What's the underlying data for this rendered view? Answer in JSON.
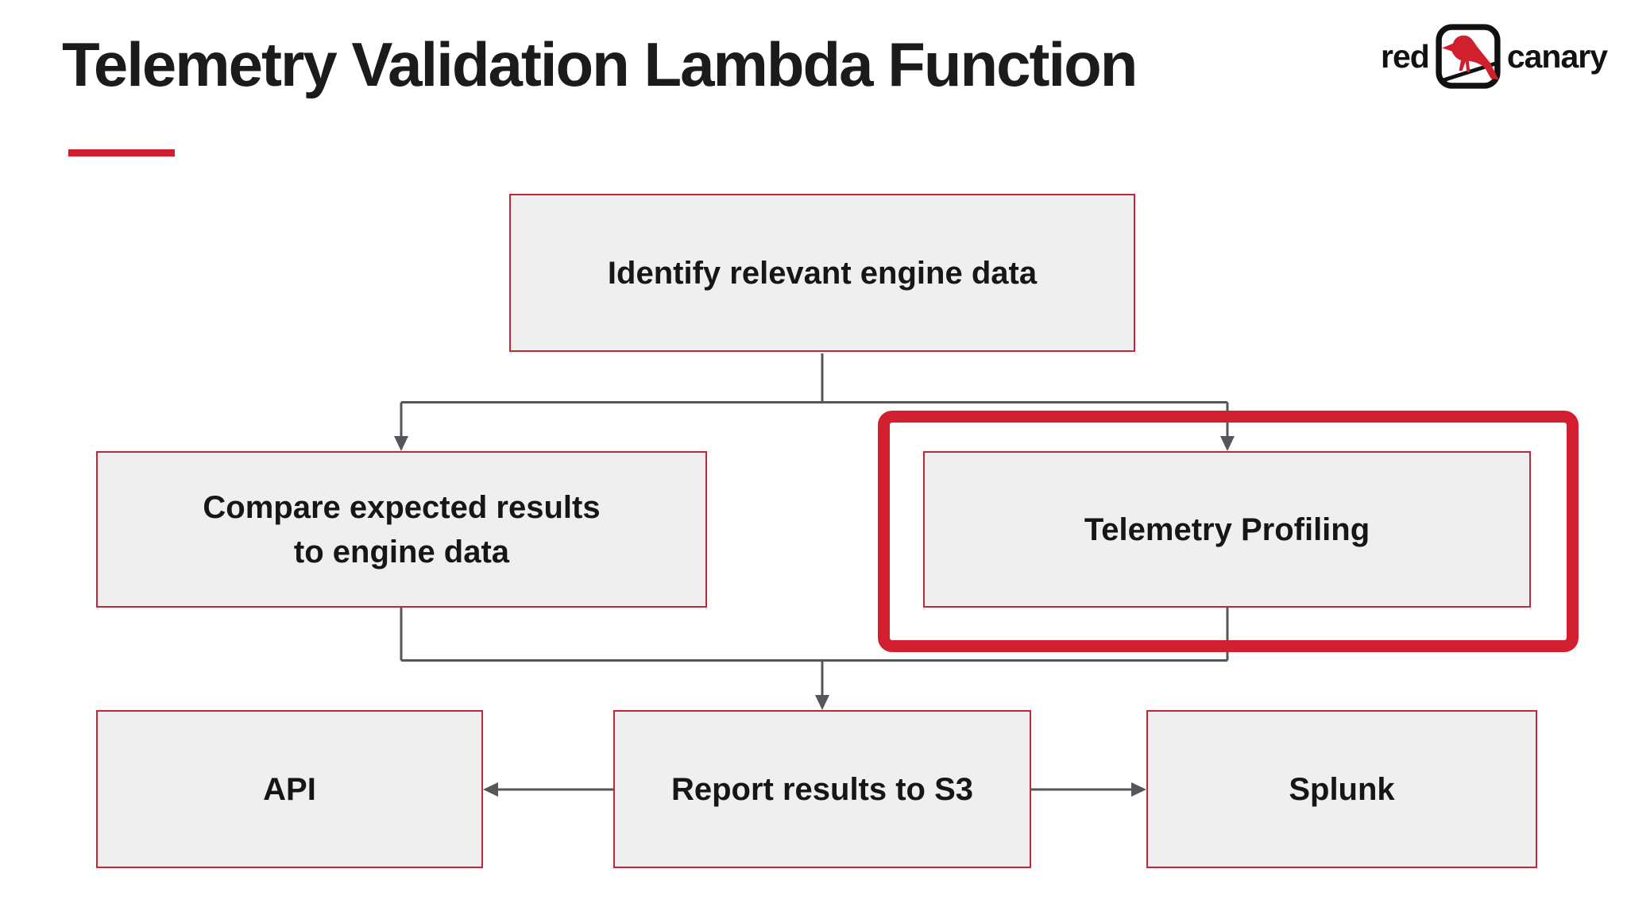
{
  "header": {
    "title": "Telemetry Validation Lambda Function",
    "accent_color": "#cf1f2f"
  },
  "logo": {
    "word_left": "red",
    "word_right": "canary",
    "bird_color": "#d0202e",
    "frame_color": "#111111"
  },
  "diagram": {
    "box_fill": "#efeff0",
    "box_border_color": "#c22737",
    "connector_color": "#55565a",
    "highlight_color": "#d11f2f",
    "nodes": [
      {
        "id": "identify",
        "label": "Identify relevant engine data"
      },
      {
        "id": "compare",
        "label": "Compare expected results\nto engine data"
      },
      {
        "id": "profiling",
        "label": "Telemetry Profiling",
        "highlighted": true
      },
      {
        "id": "api",
        "label": "API"
      },
      {
        "id": "report",
        "label": "Report results to S3"
      },
      {
        "id": "splunk",
        "label": "Splunk"
      }
    ],
    "edges": [
      {
        "from": "identify",
        "to": "compare",
        "arrow": true
      },
      {
        "from": "identify",
        "to": "profiling",
        "arrow": true
      },
      {
        "from": "compare",
        "to": "report",
        "arrow": true
      },
      {
        "from": "profiling",
        "to": "report",
        "arrow": true
      },
      {
        "from": "report",
        "to": "api",
        "arrow": true
      },
      {
        "from": "report",
        "to": "splunk",
        "arrow": true
      }
    ]
  }
}
